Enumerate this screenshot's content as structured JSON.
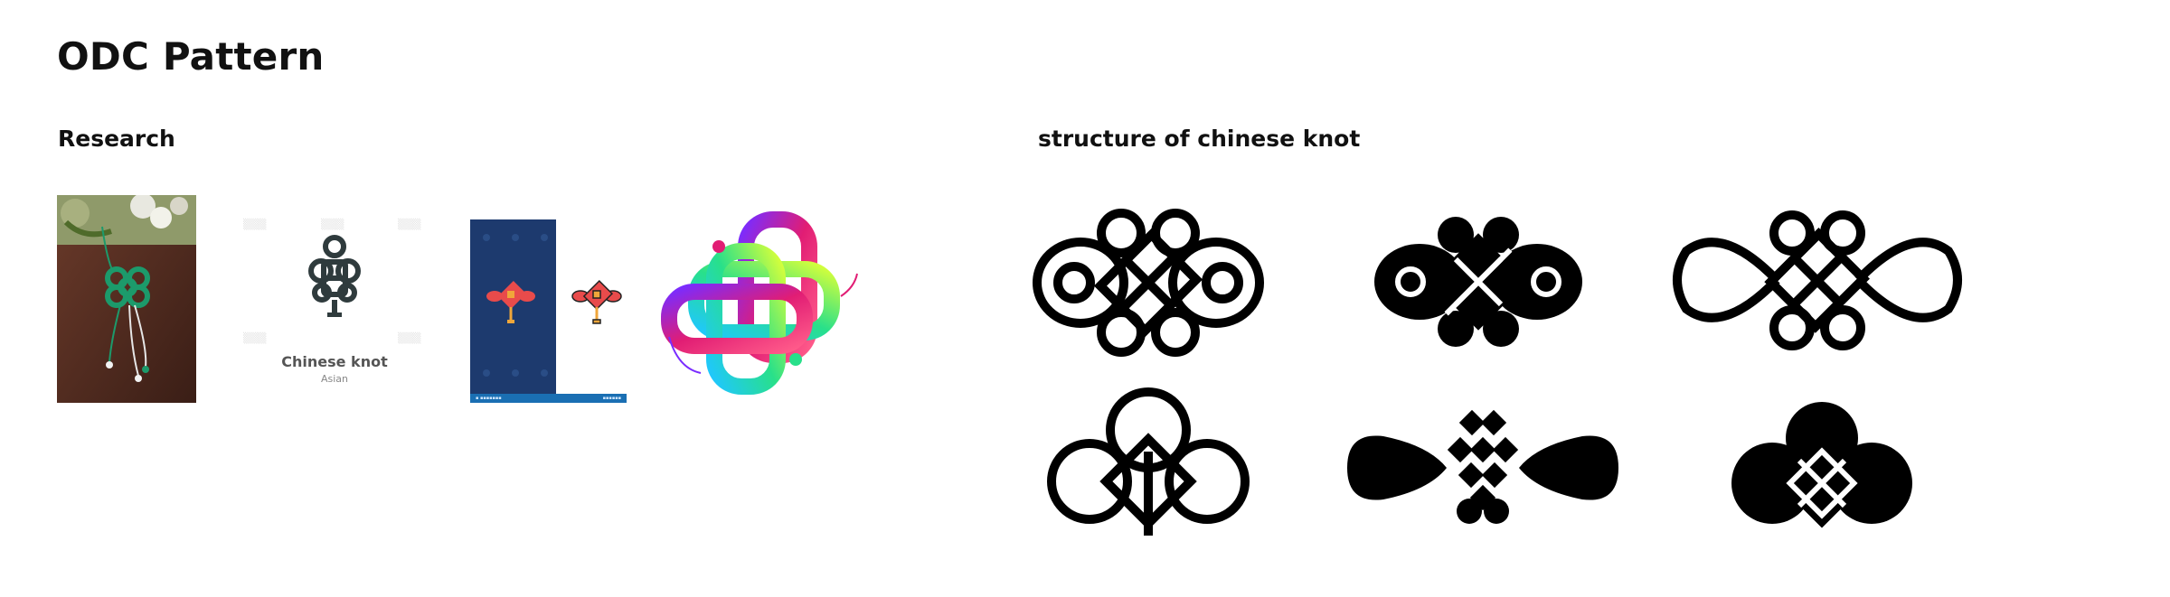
{
  "page": {
    "title": "ODC Pattern"
  },
  "research": {
    "title": "Research",
    "images": [
      {
        "name": "photo-green-knot"
      },
      {
        "name": "chinese-knot-stock",
        "caption_title": "Chinese knot",
        "caption_sub": "Asian"
      },
      {
        "name": "knot-icons-blue"
      },
      {
        "name": "gradient-knot"
      }
    ]
  },
  "structure": {
    "title": "structure of chinese knot",
    "knots": [
      {
        "name": "knot-1"
      },
      {
        "name": "knot-2"
      },
      {
        "name": "knot-3"
      },
      {
        "name": "knot-4"
      },
      {
        "name": "knot-5"
      },
      {
        "name": "knot-6"
      }
    ]
  },
  "colors": {
    "text": "#111111",
    "knot_green": "#1c9a6b",
    "knot_blue_bg": "#1d3a6e",
    "knot_red": "#e84b4b",
    "knot_orange": "#f0a63a"
  }
}
